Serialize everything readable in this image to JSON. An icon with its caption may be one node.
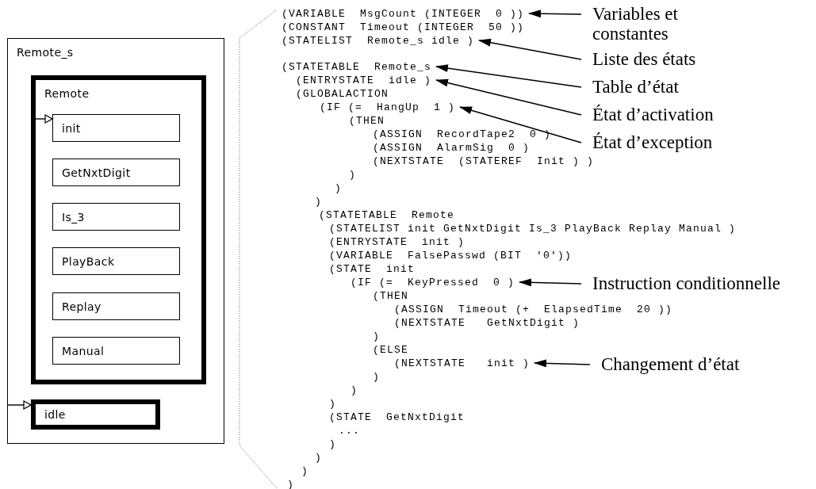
{
  "diagram": {
    "nodes": [
      {
        "text": [
          "Remote_s"
        ]
      },
      {
        "text": [
          "Remote"
        ],
        "in": 0
      },
      {
        "text": [
          "init"
        ],
        "in": 1
      },
      {
        "text": [
          "GetNxtDigit"
        ],
        "in": 1
      },
      {
        "text": [
          "Is_3"
        ],
        "in": 1
      },
      {
        "text": [
          "PlayBack"
        ],
        "in": 1
      },
      {
        "text": [
          "Replay"
        ],
        "in": 1
      },
      {
        "text": [
          "Manual"
        ],
        "in": 1
      },
      {
        "text": [
          "idle"
        ],
        "in": 0
      },
      {
        "text": [
          "(VARIABLE  MsgCount (INTEGER  0 ))"
        ]
      },
      {
        "text": [
          "Variables et constantes"
        ]
      },
      {
        "text": [
          "(STATELIST  Remote_s idle )"
        ]
      },
      {
        "text": [
          "Liste des états"
        ]
      },
      {
        "text": [
          "(STATETABLE  Remote_s"
        ]
      },
      {
        "text": [
          "Table d’état"
        ]
      },
      {
        "text": [
          "(ENTRYSTATE  idle )"
        ]
      },
      {
        "text": [
          "État d’activation"
        ]
      },
      {
        "text": [
          "(IF (=  HangUp  1 )"
        ]
      },
      {
        "text": [
          "État d’exception"
        ]
      },
      {
        "text": [
          "(IF (=  KeyPressed  0 )"
        ]
      },
      {
        "text": [
          "Instruction conditionnelle"
        ]
      },
      {
        "text": [
          "(NEXTSTATE   init )"
        ]
      },
      {
        "text": [
          "Changement d’état"
        ]
      }
    ],
    "edges": [
      {
        "from": null,
        "to": 2,
        "arrow": "to"
      },
      {
        "from": null,
        "to": 8,
        "arrow": "to"
      },
      {
        "from": 10,
        "to": 9,
        "arrow": "to"
      },
      {
        "from": 12,
        "to": 11,
        "arrow": "to"
      },
      {
        "from": 14,
        "to": 13,
        "arrow": "to"
      },
      {
        "from": 16,
        "to": 15,
        "arrow": "to"
      },
      {
        "from": 18,
        "to": 17,
        "arrow": "to"
      },
      {
        "from": 20,
        "to": 19,
        "arrow": "to"
      },
      {
        "from": 22,
        "to": 21,
        "arrow": "to"
      }
    ],
    "labels": [
      "(CONSTANT  Timeout (INTEGER  50 ))",
      "(GLOBALACTION",
      "(THEN",
      "(ASSIGN  RecordTape2  0 )",
      "(ASSIGN  AlarmSig  0 )",
      "(NEXTSTATE  (STATEREF  Init ) )",
      ")",
      ")",
      ")",
      "(STATETABLE  Remote",
      "(STATELIST init GetNxtDigit Is_3 PlayBack Replay Manual )",
      "(ENTRYSTATE  init )",
      "(VARIABLE  FalsePasswd (BIT  '0'))",
      "(STATE  init",
      "(THEN",
      "(ASSIGN  Timeout (+  ElapsedTime  20 ))",
      "(NEXTSTATE   GetNxtDigit )",
      ")",
      "(ELSE",
      ")",
      ")",
      ")",
      "(STATE  GetNxtDigit",
      "...",
      ")",
      ")",
      ")",
      ")"
    ]
  }
}
